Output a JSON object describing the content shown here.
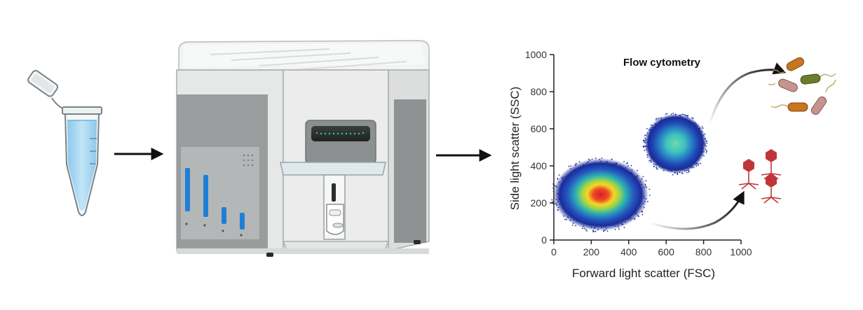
{
  "figure": {
    "steps": [
      "sample-tube",
      "flow-cytometer-instrument",
      "scatter-plot"
    ]
  },
  "chart_data": {
    "type": "scatter",
    "title": "Flow cytometry",
    "xlabel": "Forward light scatter (FSC)",
    "ylabel": "Side light scatter (SSC)",
    "xlim": [
      0,
      1000
    ],
    "ylim": [
      0,
      1000
    ],
    "x_ticks": [
      0,
      200,
      400,
      600,
      800,
      1000
    ],
    "y_ticks": [
      0,
      200,
      400,
      600,
      800,
      1000
    ],
    "grid": false,
    "populations": [
      {
        "label": "",
        "population": "phage",
        "density_display": "heatmap",
        "center": [
          250,
          245
        ],
        "x_range": [
          40,
          560
        ],
        "y_range": [
          40,
          440
        ]
      },
      {
        "label": "",
        "population": "bacteria",
        "density_display": "heatmap",
        "center": [
          650,
          520
        ],
        "x_range": [
          520,
          860
        ],
        "y_range": [
          390,
          720
        ]
      }
    ]
  },
  "colors": {
    "density_low": "#1b2f9e",
    "density_mid": "#2fb7a8",
    "density_high": "#f4e025",
    "density_peak": "#e02020",
    "instrument_body": "#e6e6e6",
    "instrument_panel": "#8f9293",
    "indicator_bars": "#1f7fd6",
    "liquid": "#aed9f2",
    "phage_color": "#c0353c"
  },
  "icons": {
    "sample": "eppendorf-tube-icon",
    "instrument": "flow-cytometer-icon",
    "bacteria": "bacteria-icon",
    "phage": "bacteriophage-icon",
    "arrow": "arrow-right-icon"
  }
}
